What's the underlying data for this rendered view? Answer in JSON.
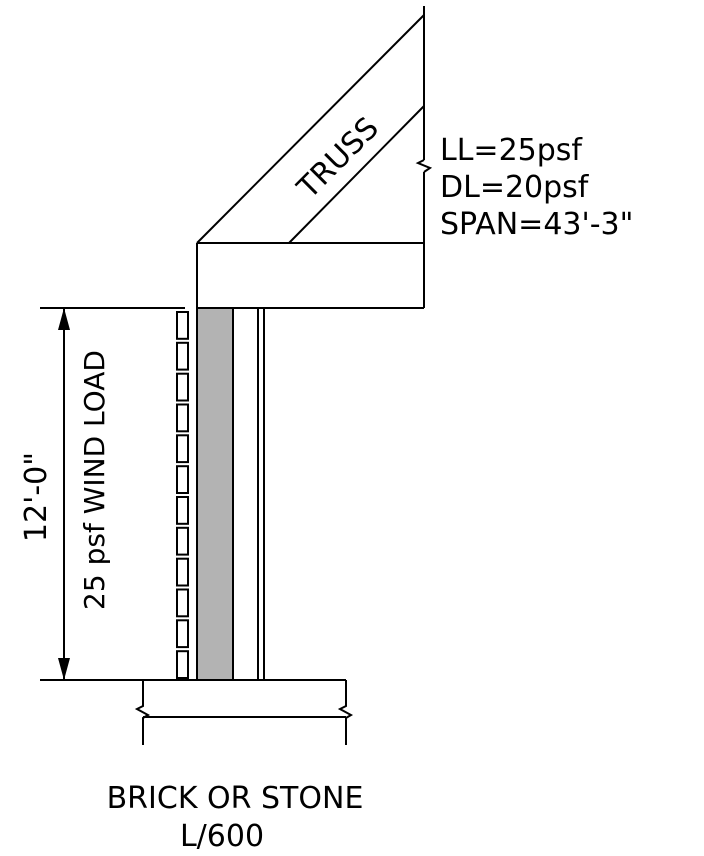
{
  "truss_label": "TRUSS",
  "loads": {
    "live_load": "LL=25psf",
    "dead_load": "DL=20psf",
    "span": "SPAN=43'-3\""
  },
  "wall_height": "12'-0\"",
  "wind_load": "25 psf WIND LOAD",
  "caption": {
    "line1": "BRICK OR STONE",
    "line2": "L/600"
  },
  "colors": {
    "line": "#000000",
    "sheathing_fill": "#b3b3b3",
    "background": "#ffffff"
  },
  "brick_course_count": 12
}
